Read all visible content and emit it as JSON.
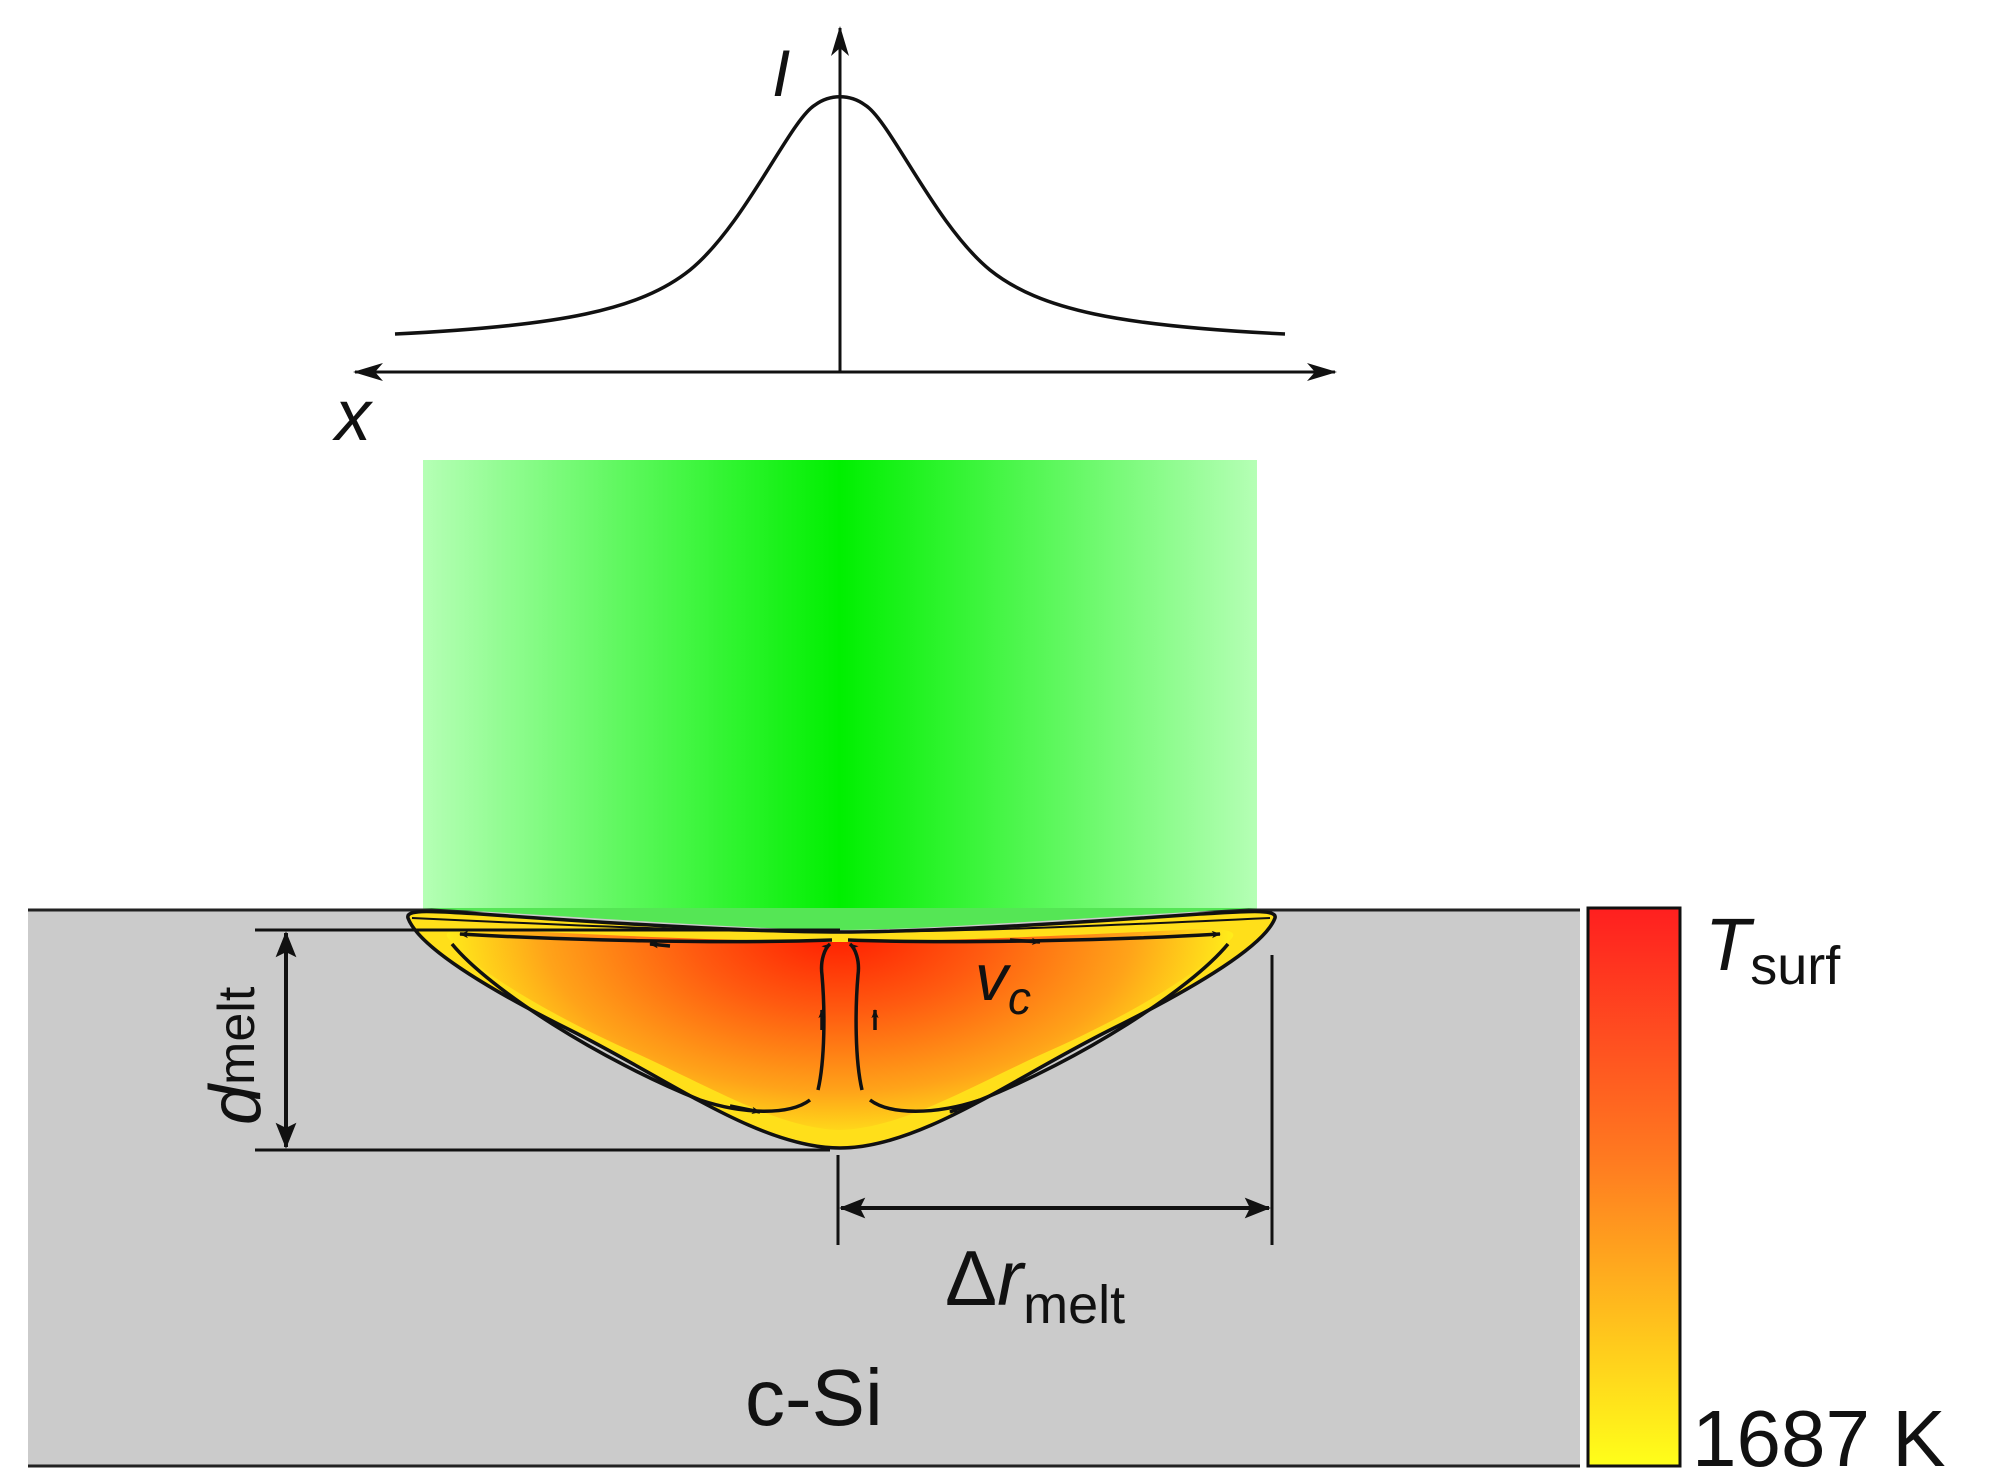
{
  "profile": {
    "y_axis_label": "I",
    "x_axis_label": "x"
  },
  "labels": {
    "velocity": "v",
    "velocity_sub": "c",
    "depth": "d",
    "depth_sub": "melt",
    "radius_delta": "Δ",
    "radius": "r",
    "radius_sub": "melt",
    "material": "c-Si"
  },
  "colorbar": {
    "top_label": "T",
    "top_label_sub": "surf",
    "bottom_label": "1687 K",
    "top_color": "#ff1f1f",
    "bottom_color": "#ffff1a"
  },
  "colors": {
    "laser_beam": "#00f000",
    "substrate": "#cbcbcb",
    "melt_rim": "#ffdf1a",
    "melt_hot": "#ff1f00"
  }
}
